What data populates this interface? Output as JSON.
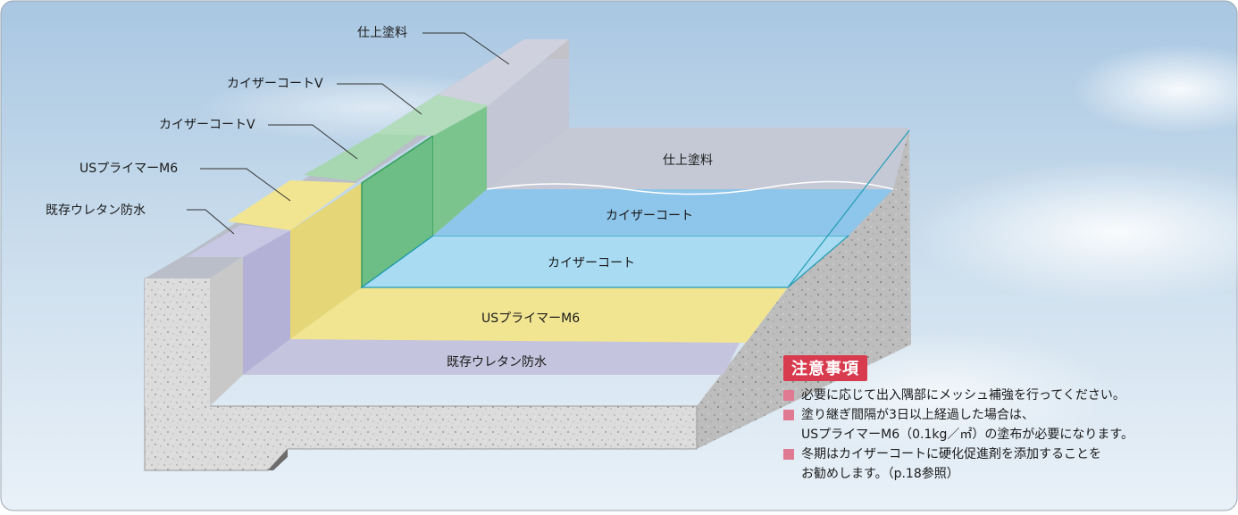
{
  "callouts": {
    "top_coat": "仕上塗料",
    "kaiser_coat_v_upper": "カイザーコートV",
    "kaiser_coat_v_lower": "カイザーコートV",
    "us_primer": "USプライマーM6",
    "existing_urethane": "既存ウレタン防水"
  },
  "floor_layers": {
    "top_coat": "仕上塗料",
    "kaiser_coat_upper": "カイザーコート",
    "kaiser_coat_lower": "カイザーコート",
    "us_primer": "USプライマーM6",
    "existing_urethane": "既存ウレタン防水"
  },
  "notes": {
    "title": "注意事項",
    "items": [
      {
        "lines": [
          "必要に応じて出入隅部にメッシュ補強を行ってください。"
        ]
      },
      {
        "lines": [
          "塗り継ぎ間隔が3日以上経過した場合は、",
          "USプライマーM6（0.1kg／㎡）の塗布が必要になります。"
        ]
      },
      {
        "lines": [
          "冬期はカイザーコートに硬化促進剤を添加することを",
          "お勧めします。（p.18参照）"
        ]
      }
    ]
  },
  "colors": {
    "top_coat": "#c5c9d6",
    "kaiser_coat_upper": "#8ec5ea",
    "kaiser_coat_lower": "#a9dcf3",
    "kaiser_coat_v": "#7cc48e",
    "us_primer": "#f1e592",
    "existing_urethane": "#c7c6df",
    "concrete": "#d9d9d9",
    "notes_title_bg": "#d83a4e",
    "bullet": "#e07a93"
  }
}
